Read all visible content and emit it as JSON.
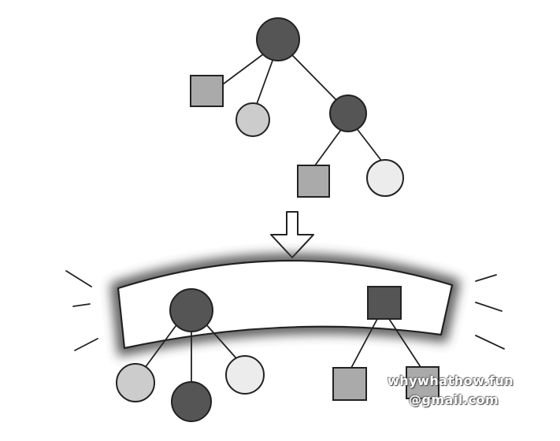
{
  "diagram": {
    "top_tree": {
      "nodes": [
        {
          "id": "root",
          "shape": "circle",
          "fill": "dark"
        },
        {
          "id": "left-square",
          "shape": "square",
          "fill": "medium"
        },
        {
          "id": "middle-circle",
          "shape": "circle",
          "fill": "light"
        },
        {
          "id": "right-circle",
          "shape": "circle",
          "fill": "dark"
        },
        {
          "id": "right-square-child",
          "shape": "square",
          "fill": "medium"
        },
        {
          "id": "right-circle-child",
          "shape": "circle",
          "fill": "lightest"
        }
      ],
      "edges": [
        [
          "root",
          "left-square"
        ],
        [
          "root",
          "middle-circle"
        ],
        [
          "root",
          "right-circle"
        ],
        [
          "right-circle",
          "right-square-child"
        ],
        [
          "right-circle",
          "right-circle-child"
        ]
      ]
    },
    "arrow": {
      "direction": "down"
    },
    "bottom": {
      "band": {
        "style": "curved glowing frame"
      },
      "trees": [
        {
          "nodes": [
            {
              "id": "b-root",
              "shape": "circle",
              "fill": "dark"
            },
            {
              "id": "b-left",
              "shape": "circle",
              "fill": "light"
            },
            {
              "id": "b-middle",
              "shape": "circle",
              "fill": "dark"
            },
            {
              "id": "b-right",
              "shape": "circle",
              "fill": "lightest"
            }
          ],
          "edges": [
            [
              "b-root",
              "b-left"
            ],
            [
              "b-root",
              "b-middle"
            ],
            [
              "b-root",
              "b-right"
            ]
          ]
        },
        {
          "nodes": [
            {
              "id": "b2-root",
              "shape": "square",
              "fill": "dark"
            },
            {
              "id": "b2-left",
              "shape": "square",
              "fill": "medium"
            },
            {
              "id": "b2-right",
              "shape": "square",
              "fill": "medium"
            }
          ],
          "edges": [
            [
              "b2-root",
              "b2-left"
            ],
            [
              "b2-root",
              "b2-right"
            ]
          ]
        }
      ]
    },
    "colors": {
      "dark": "#555555",
      "medium": "#aaaaaa",
      "light": "#cccccc",
      "lightest": "#ececec",
      "line": "#222222"
    }
  },
  "watermark": {
    "line1": "whywhathow.fun",
    "line2": "@gmail.com"
  }
}
